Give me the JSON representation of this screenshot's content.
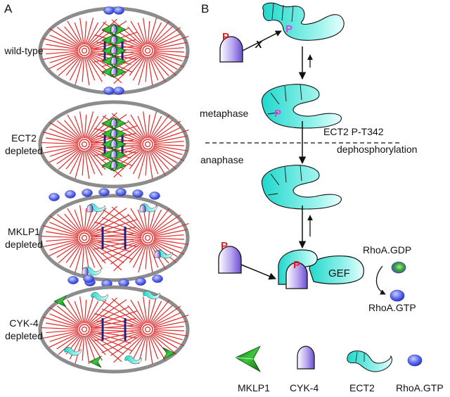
{
  "panels": {
    "a": "A",
    "b": "B"
  },
  "cells": [
    {
      "label_lines": [
        "wild-type"
      ]
    },
    {
      "label_lines": [
        "ECT2",
        "depleted"
      ]
    },
    {
      "label_lines": [
        "MKLP1",
        "depleted"
      ]
    },
    {
      "label_lines": [
        "CYK-4",
        "depleted"
      ]
    }
  ],
  "pathway": {
    "phosphate": "P",
    "blocked": "X",
    "metaphase": "metaphase",
    "anaphase": "anaphase",
    "ect2_mark": "ECT2 P-T342",
    "dephos": "dephosphorylation",
    "gef": "GEF",
    "rhoa_gdp": "RhoA.GDP",
    "rhoa_gtp": "RhoA.GTP"
  },
  "legend": [
    {
      "label": "MKLP1",
      "icon": "mklp1-icon"
    },
    {
      "label": "CYK-4",
      "icon": "cyk4-icon"
    },
    {
      "label": "ECT2",
      "icon": "ect2-icon"
    },
    {
      "label": "RhoA.GTP",
      "icon": "rhoa-gtp-icon"
    }
  ],
  "colors": {
    "cell_outline": "#8c8c8c",
    "microtubule": "#e02a2a",
    "chromosome": "#1a237e",
    "mklp1": "#1e8c1e",
    "cyk4": "#8a6fd8",
    "ect2": "#40e0d8",
    "rhoa": "#5566ee",
    "phosphate_red": "#e02020",
    "phosphate_magenta": "#e040e0"
  }
}
